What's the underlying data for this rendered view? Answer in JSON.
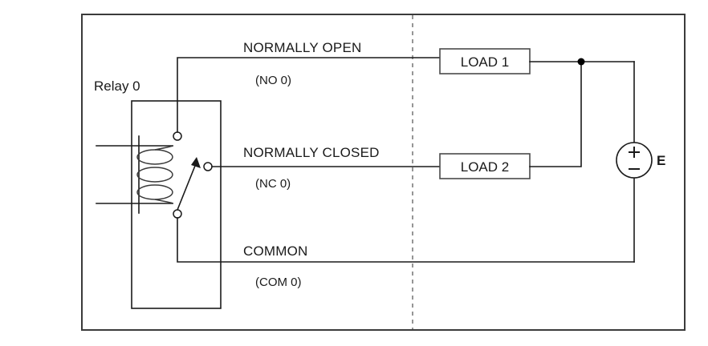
{
  "diagram": {
    "title_label": "Relay 0",
    "contacts": [
      {
        "name": "normally-open",
        "main": "NORMALLY OPEN",
        "sub": "(NO 0)"
      },
      {
        "name": "normally-closed",
        "main": "NORMALLY CLOSED",
        "sub": "(NC 0)"
      },
      {
        "name": "common",
        "main": "COMMON",
        "sub": "(COM 0)"
      }
    ],
    "loads": [
      {
        "name": "load-1",
        "label": "LOAD 1"
      },
      {
        "name": "load-2",
        "label": "LOAD 2"
      }
    ],
    "source": {
      "label": "E",
      "positive": "+",
      "negative": "−"
    },
    "colors": {
      "wire": "#1a1a1a",
      "frame": "#3b3b3b",
      "divider": "#8a8a8a",
      "background": "#ffffff"
    }
  }
}
